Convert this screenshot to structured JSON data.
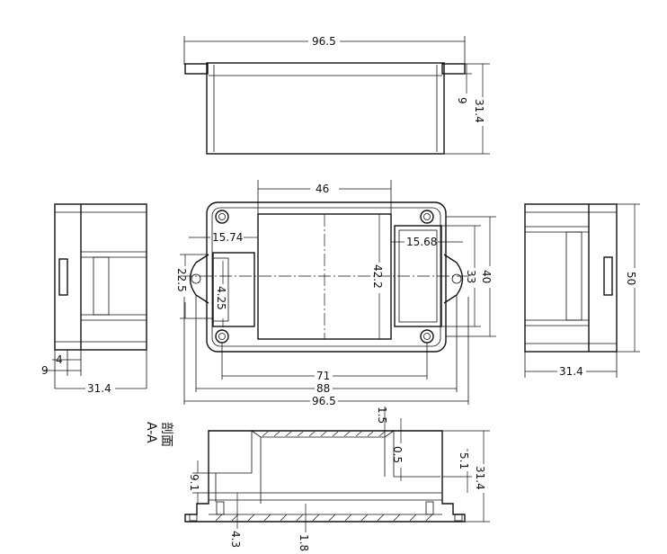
{
  "top_view": {
    "width": "96.5",
    "tab_height": "9",
    "height": "31.4"
  },
  "left_view": {
    "offset_a": "4",
    "offset_b": "9",
    "depth": "31.4"
  },
  "front_view": {
    "window_width": "46",
    "left_inset": "15.74",
    "right_inset": "15.68",
    "window_height": "42.2",
    "ear_span": "22.5",
    "hole_dia": "4.25",
    "inner_span": "33",
    "outer_height": "40",
    "hole_pitch": "71",
    "body_length": "88",
    "overall_length": "96.5"
  },
  "right_view": {
    "height": "50",
    "depth": "31.4"
  },
  "section_view": {
    "label_line1": "剖面",
    "label_line2": "A-A",
    "wall_top": "1.5",
    "rib": "0.5",
    "lip": "5.1",
    "height": "31.4",
    "base_height": "9.1",
    "flange": "4.3",
    "floor": "1.8"
  }
}
